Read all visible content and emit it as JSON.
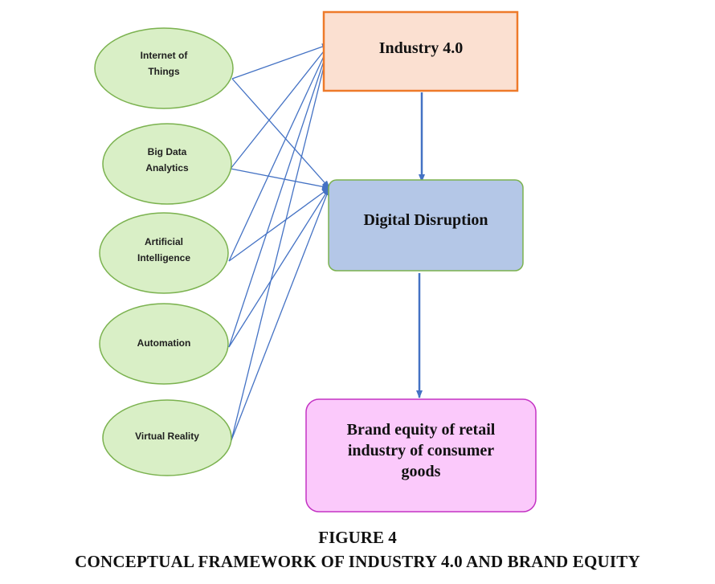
{
  "figure": {
    "nodes": {
      "iot": [
        "Internet of",
        "Things"
      ],
      "bigdata": [
        "Big Data",
        "Analytics"
      ],
      "ai": [
        "Artificial",
        "Intelligence"
      ],
      "automation": [
        "Automation"
      ],
      "vr": [
        "Virtual Reality"
      ],
      "industry": [
        "Industry 4.0"
      ],
      "digital": [
        "Digital Disruption"
      ],
      "brand": [
        "Brand equity of retail",
        "industry of consumer",
        "goods"
      ]
    },
    "caption": {
      "label": "FIGURE 4",
      "title": "CONCEPTUAL FRAMEWORK OF INDUSTRY 4.0 AND BRAND EQUITY"
    },
    "colors": {
      "ellipse_fill": "#d9efc6",
      "ellipse_stroke": "#7bb24f",
      "industry_fill": "#fbe0d1",
      "industry_stroke": "#ee7a2a",
      "digital_fill": "#b4c7e7",
      "digital_stroke": "#7bb24f",
      "brand_fill": "#fbc9fb",
      "brand_stroke": "#c433c4",
      "arrow": "#4472c4"
    }
  }
}
